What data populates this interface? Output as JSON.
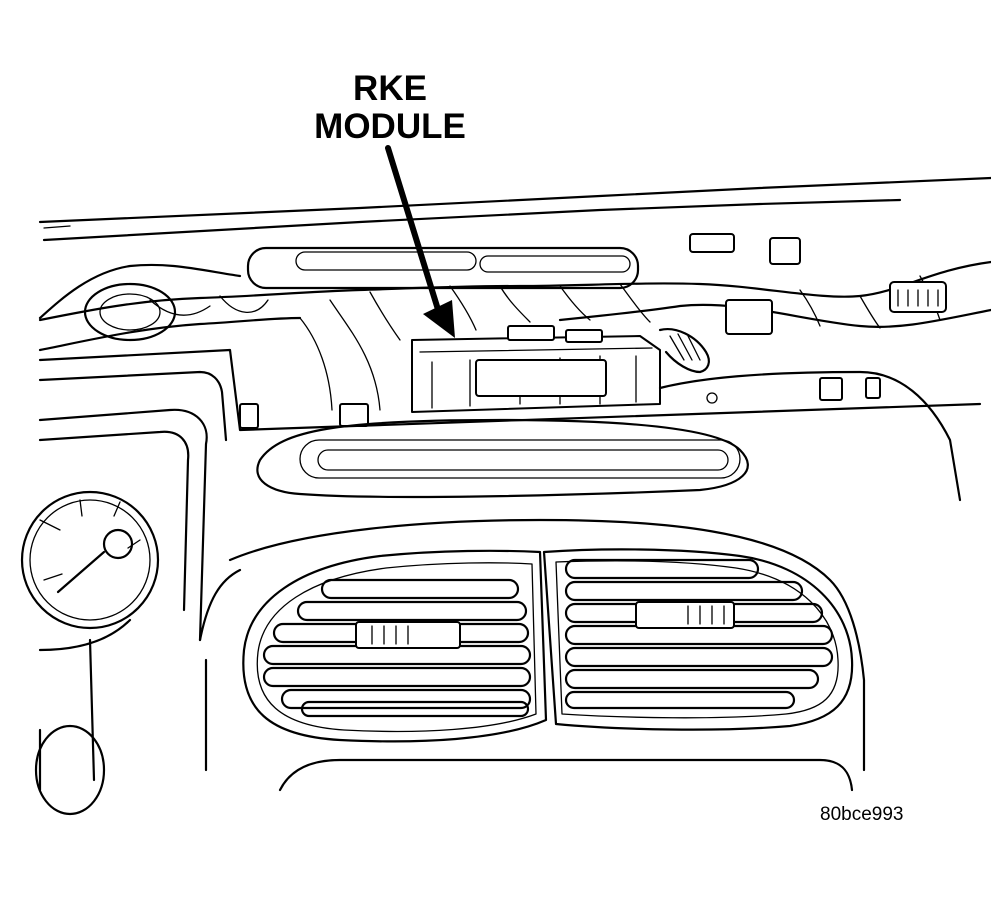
{
  "callout": {
    "label_line1": "RKE",
    "label_line2": "MODULE"
  },
  "figure_code": "80bce993"
}
